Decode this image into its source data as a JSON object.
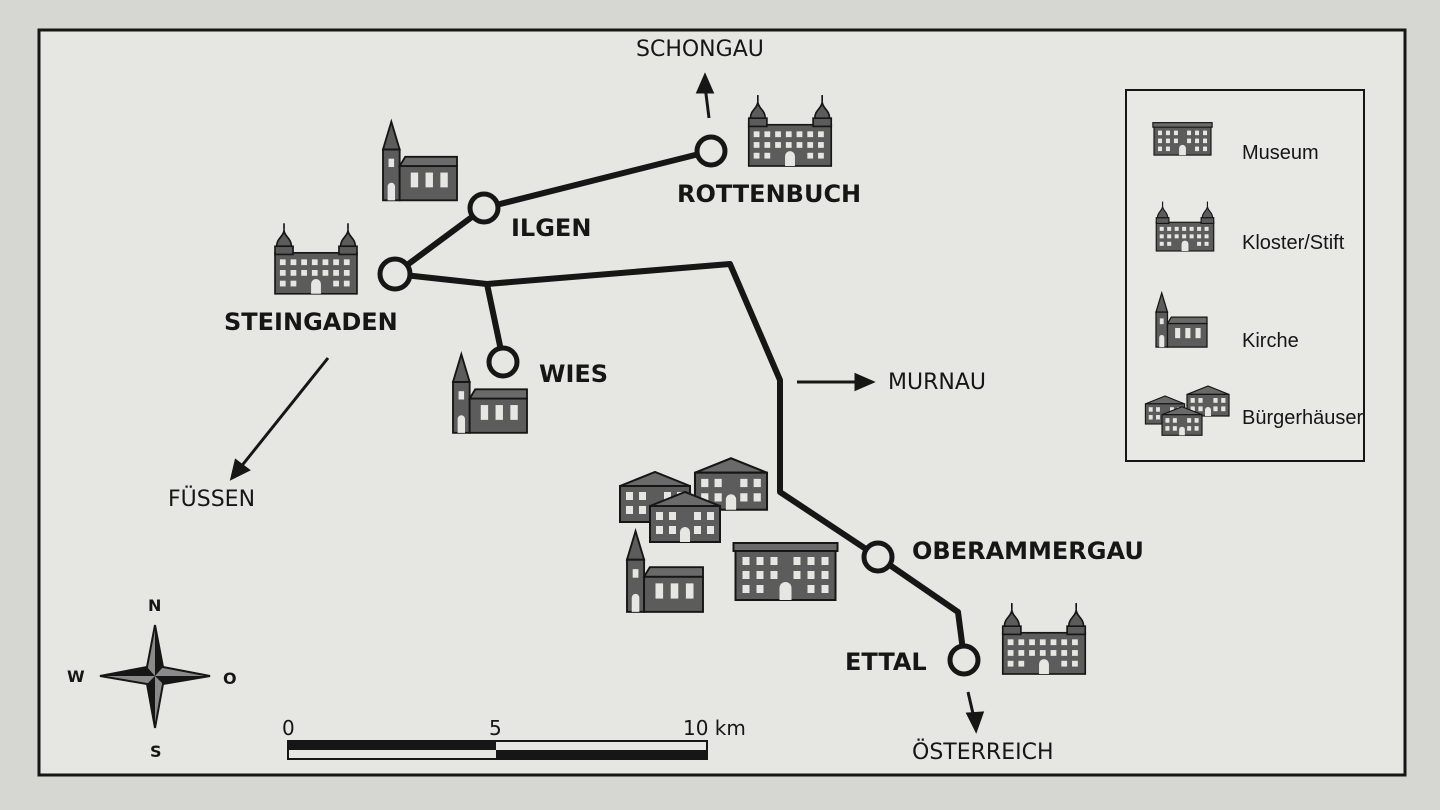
{
  "towns": {
    "schongau": "SCHONGAU",
    "rottenbuch": "ROTTENBUCH",
    "ilgen": "ILGEN",
    "steingaden": "STEINGADEN",
    "wies": "WIES",
    "fuessen": "FÜSSEN",
    "murnau": "MURNAU",
    "oberammergau": "OBERAMMERGAU",
    "ettal": "ETTAL",
    "oesterreich": "ÖSTERREICH"
  },
  "legend": {
    "items": [
      {
        "label": "Museum",
        "icon": "museum-icon"
      },
      {
        "label": "Kloster/Stift",
        "icon": "kloster-icon"
      },
      {
        "label": "Kirche",
        "icon": "kirche-icon"
      },
      {
        "label": "Bürgerhäuser",
        "icon": "buergerhaeuser-icon"
      }
    ]
  },
  "compass": {
    "n": "N",
    "s": "S",
    "w": "W",
    "o": "O"
  },
  "scale": {
    "start": "0",
    "mid": "5",
    "end": "10 km"
  },
  "colors": {
    "background": "#e6e6e3",
    "ink": "#161616",
    "icon_fill": "#5c5c5c"
  }
}
